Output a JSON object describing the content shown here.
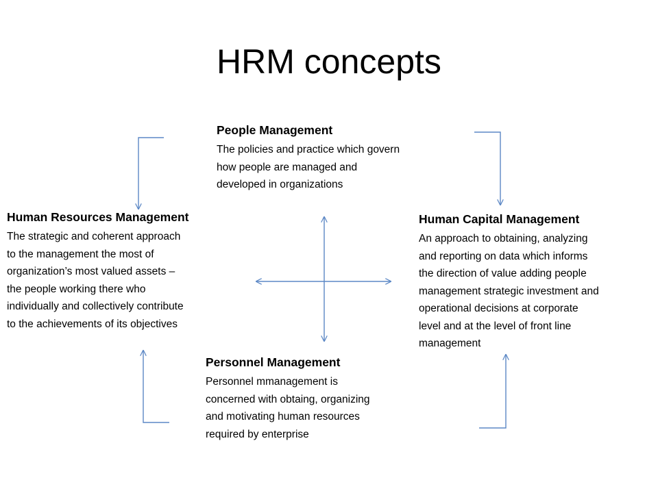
{
  "title": "HRM concepts",
  "people_management": {
    "heading": "People Management",
    "body_lines": [
      "The policies and practice which govern",
      "how people are managed and",
      "developed in organizations"
    ]
  },
  "hrm": {
    "heading": "Human Resources Management",
    "body_lines": [
      "The strategic and coherent approach",
      "to the management the most of",
      "organization’s most valued assets –",
      "the people working there who",
      "individually and collectively contribute",
      "to the achievements of its objectives"
    ]
  },
  "hcm": {
    "heading": "Human Capital Management",
    "body_lines": [
      "An approach to obtaining, analyzing",
      "and reporting on data which informs",
      "the direction of value adding people",
      "management strategic investment and",
      "operational decisions at corporate",
      "level  and at the level of front line",
      "management"
    ]
  },
  "personnel_management": {
    "heading": "Personnel Management",
    "body_lines": [
      "Personnel mmanagement  is",
      "concerned with obtaing, organizing",
      "and motivating human resources",
      "required by enterprise"
    ]
  },
  "colors": {
    "arrow": "#5b87c5",
    "text": "#000000",
    "background": "#ffffff"
  }
}
